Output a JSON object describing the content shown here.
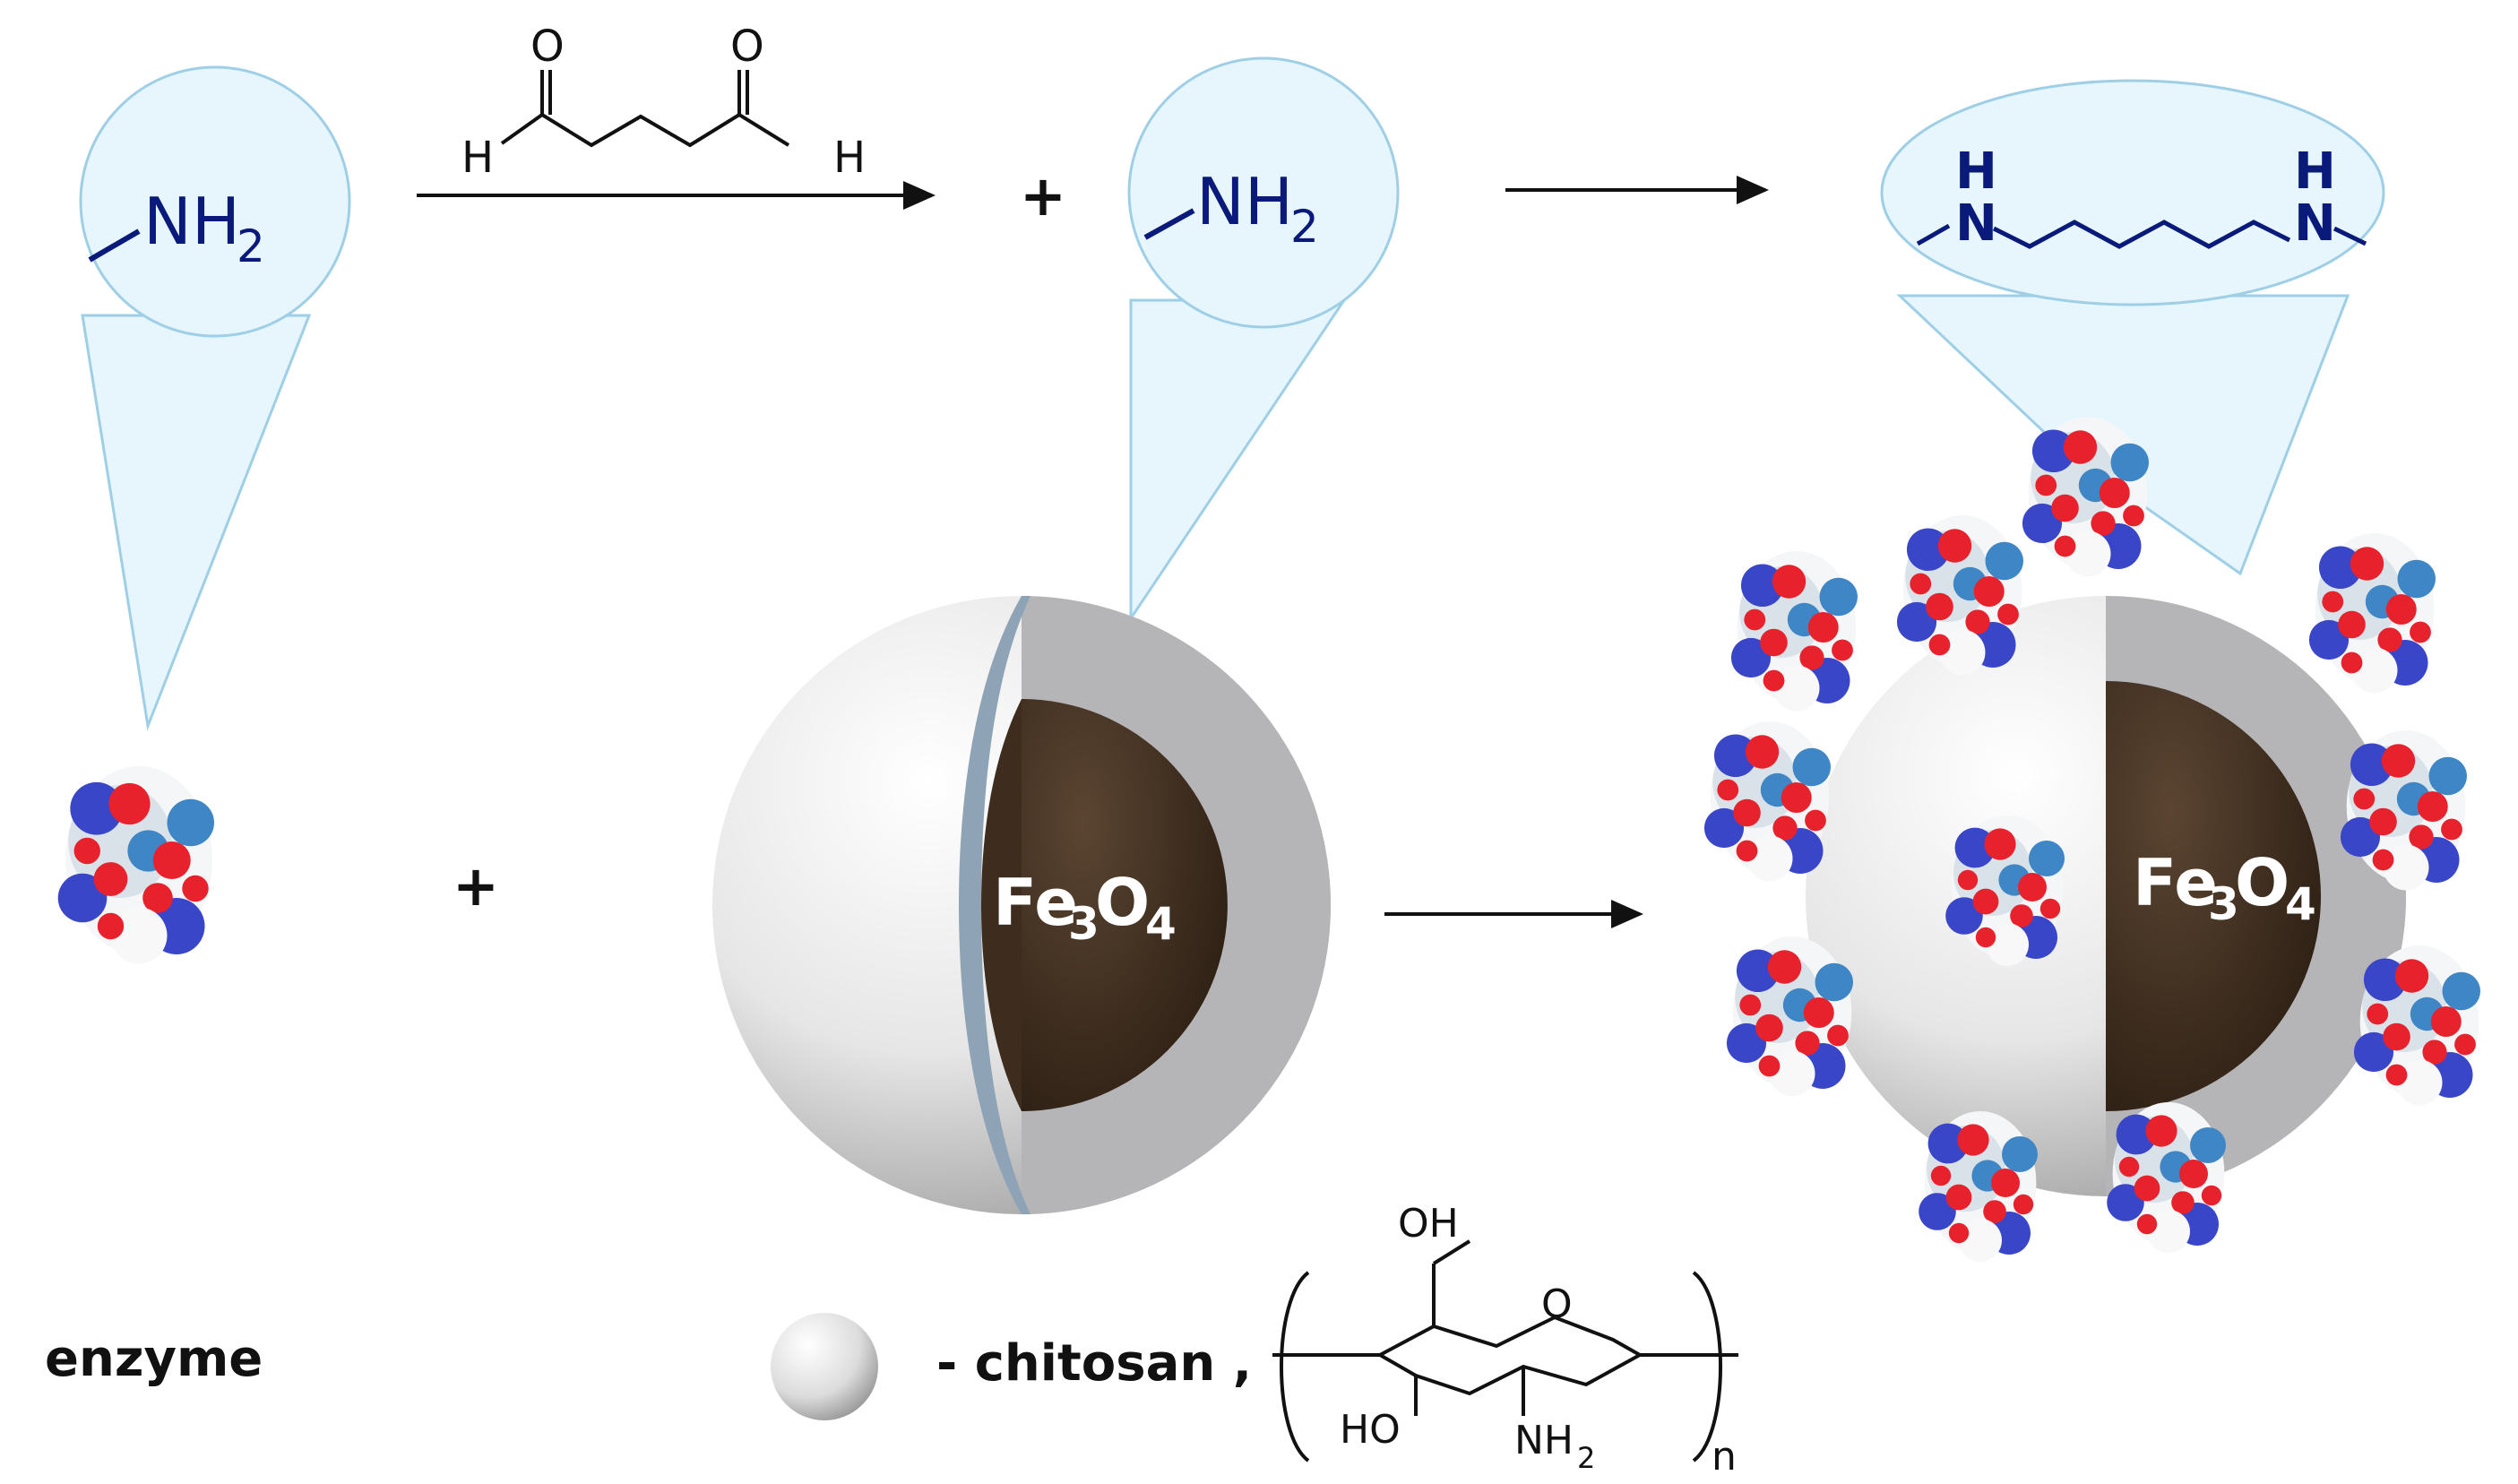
{
  "labels": {
    "amine_left": "NH",
    "amine_mid": "NH",
    "amine_sub": "2",
    "glutaraldehyde_o1": "O",
    "glutaraldehyde_o2": "O",
    "glutaraldehyde_h1": "H",
    "glutaraldehyde_h2": "H",
    "linker_h1": "H",
    "linker_n1": "N",
    "linker_h2": "H",
    "linker_n2": "N",
    "plus_top": "+",
    "plus_mid": "+",
    "core_main": "Fe",
    "core_sub3": "3",
    "core_o": "O",
    "core_sub4": "4",
    "enzyme": "enzyme",
    "chitosan": "- chitosan ,",
    "chitosan_oh": "OH",
    "chitosan_o": "O",
    "chitosan_ho": "HO",
    "chitosan_nh": "NH",
    "chitosan_nh_sub": "2",
    "chitosan_n": "n"
  },
  "colors": {
    "magnifier_fill": "#e6f6fc",
    "magnifier_stroke": "#9fcfe6",
    "amine_text": "#0a1a7a",
    "core": "#3e2d1f",
    "shell_light": "#f2f2f2",
    "shell_dark": "#b5b4b6",
    "shell_edge": "#8ea3b5",
    "enzyme_red": "#e8222c",
    "enzyme_blue": "#3a46c8",
    "enzyme_lightblue": "#3f86c6"
  },
  "icons": [
    "enzyme-icon",
    "nanoparticle-icon",
    "chitosan-bead-icon",
    "arrow-icon"
  ]
}
